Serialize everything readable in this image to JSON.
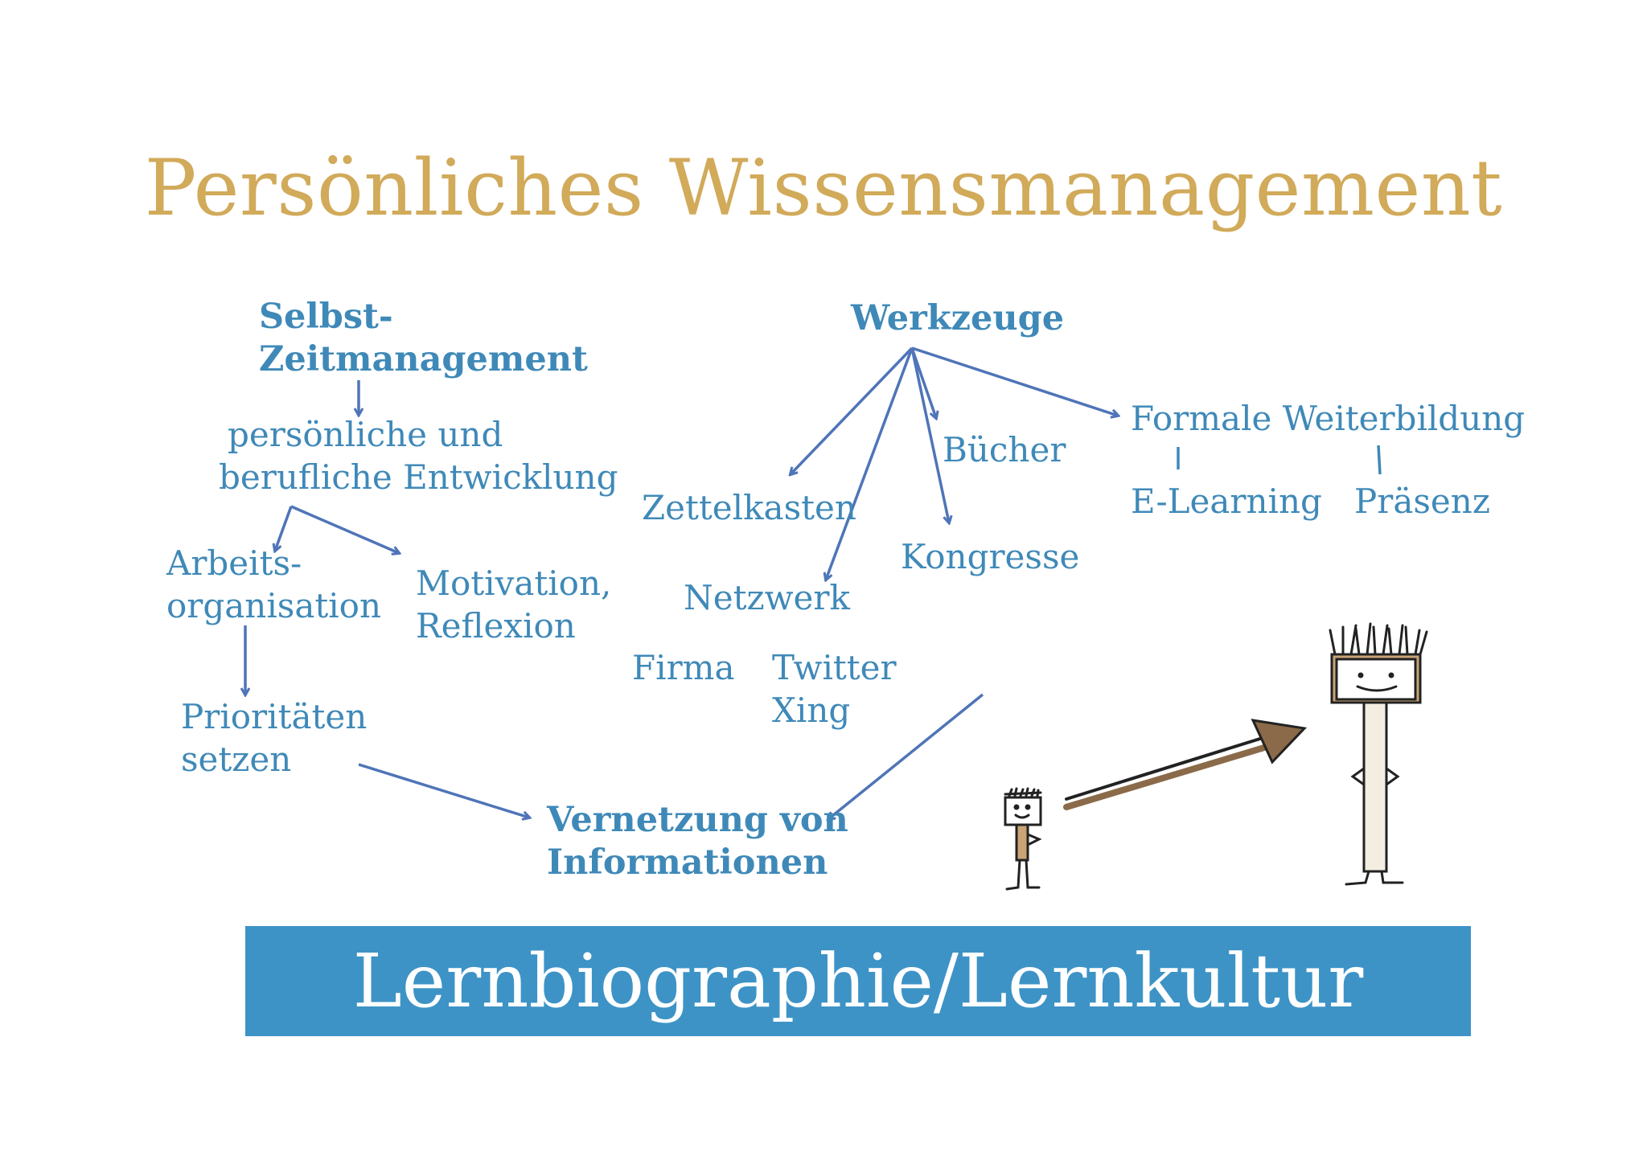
{
  "title": "Persönliches Wissensmanagement",
  "colors": {
    "title": "#d1aa5a",
    "text": "#3f89b8",
    "arrow": "#4f74b8",
    "banner": "#3d93c6",
    "banner_text": "#ffffff"
  },
  "left": {
    "heading": [
      "Selbst-",
      "Zeitmanagement"
    ],
    "development": [
      "persönliche und",
      "berufliche Entwicklung"
    ],
    "organisation": [
      "Arbeits-",
      "organisation"
    ],
    "motivation": [
      "Motivation,",
      "Reflexion"
    ],
    "priorities": [
      "Prioritäten",
      "setzen"
    ]
  },
  "tools": {
    "heading": "Werkzeuge",
    "zettelkasten": "Zettelkasten",
    "buecher": "Bücher",
    "kongresse": "Kongresse",
    "netzwerk": "Netzwerk",
    "firma": "Firma",
    "twitter_xing": [
      "Twitter",
      "Xing"
    ],
    "formal": "Formale Weiterbildung",
    "elearning": "E-Learning",
    "praesenz": "Präsenz"
  },
  "result": [
    "Vernetzung von",
    "Informationen"
  ],
  "banner": "Lernbiographie/Lernkultur",
  "illustration": {
    "name": "growth-figures-icon"
  }
}
